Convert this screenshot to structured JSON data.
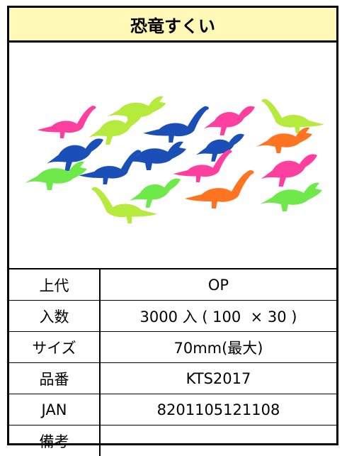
{
  "title": "恐竜すくい",
  "photo": {
    "icon": "dinosaur-toys-photo",
    "colors": [
      "#b6ea3c",
      "#ff3fa0",
      "#1a4fb8",
      "#ff7420",
      "#6fe84a"
    ]
  },
  "spec": [
    {
      "label": "上代",
      "value": "OP"
    },
    {
      "label": "入数",
      "value": "3000 入 ( 100  × 30 )"
    },
    {
      "label": "サイズ",
      "value": "70mm(最大)"
    },
    {
      "label": "品番",
      "value": "KTS2017"
    },
    {
      "label": "JAN",
      "value": "8201105121108"
    },
    {
      "label": "備考",
      "value": ""
    }
  ]
}
